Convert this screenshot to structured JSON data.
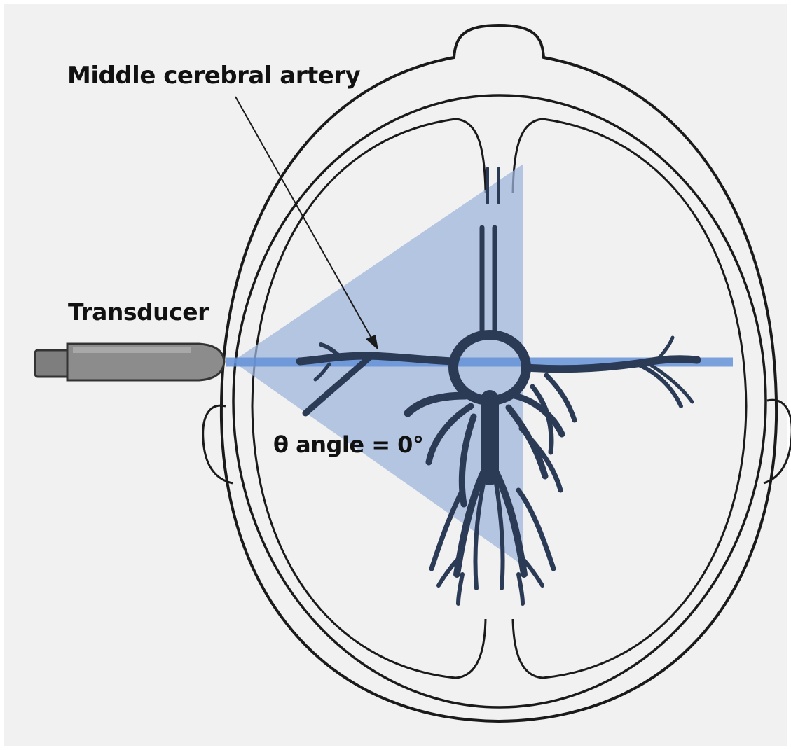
{
  "labels": {
    "middle_cerebral_artery": "Middle cerebral artery",
    "transducer": "Transducer",
    "theta_angle": "θ angle = 0°"
  },
  "colors": {
    "background": "#f1f1f1",
    "outline": "#1a1a1a",
    "vessel": "#2b3a55",
    "beam_fan": "#9db4dc",
    "beam_line": "#5f8fd6",
    "transducer_body": "#8c8c8c",
    "transducer_edge": "#333333",
    "text": "#111111"
  }
}
